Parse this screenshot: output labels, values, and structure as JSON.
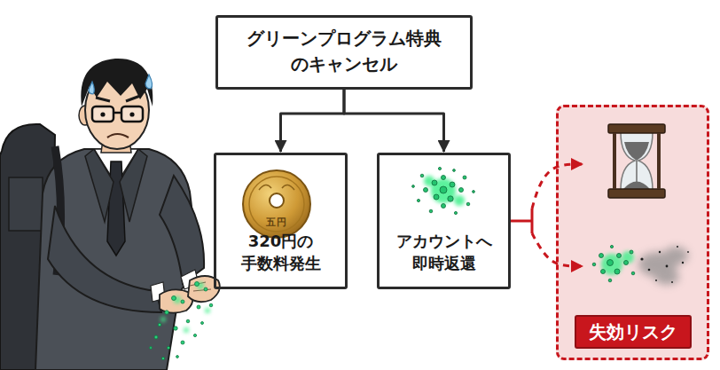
{
  "diagram": {
    "nodes": [
      {
        "text": [
          "グリーンプログラム特典 のキャンセル"
        ]
      },
      {
        "text": [
          "320円の 手数料発生"
        ]
      },
      {
        "text": [
          "アカウントへ 即時返還"
        ]
      },
      {
        "text": [
          "失効リスク"
        ]
      }
    ],
    "edges": [
      {
        "from": 0,
        "to": 1,
        "arrow": "to"
      },
      {
        "from": 0,
        "to": 2,
        "arrow": "to"
      },
      {
        "from": 2,
        "to": 3,
        "arrow": "to"
      }
    ],
    "labels": [
      "五円"
    ]
  }
}
